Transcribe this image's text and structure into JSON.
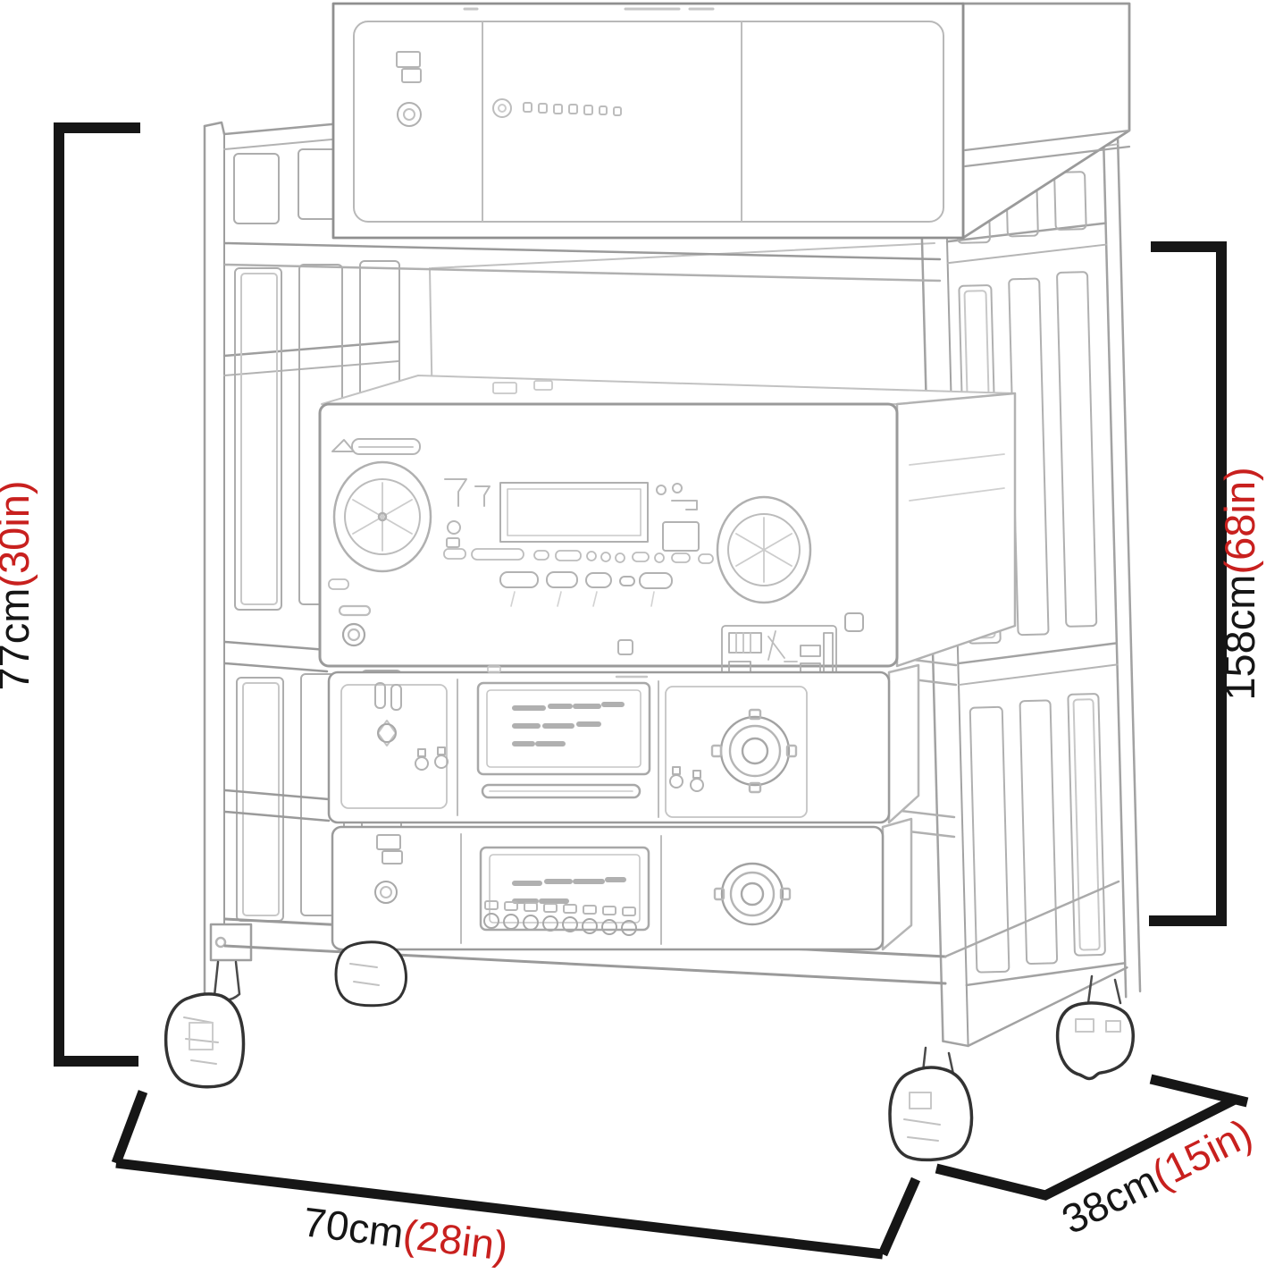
{
  "diagram": {
    "type": "product-dimension-sketch",
    "subject": "audio-equipment-rolling-rack-cart"
  },
  "dimensions": {
    "cart_height": {
      "cm": "77cm",
      "inch": "(30in)"
    },
    "total_height": {
      "cm": "158cm",
      "inch": "(68in)"
    },
    "width": {
      "cm": "70cm",
      "inch": "(28in)"
    },
    "depth": {
      "cm": "38cm",
      "inch": "(15in)"
    }
  },
  "colors": {
    "background": "#ffffff",
    "dimension_line": "#161616",
    "metric_text": "#161616",
    "imperial_text": "#c8201e",
    "sketch_outline": "#9a9a9a",
    "sketch_detail": "#bcbcbc",
    "caster_outline": "#333333"
  }
}
